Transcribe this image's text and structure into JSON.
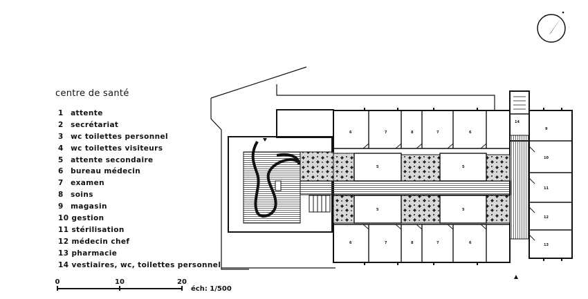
{
  "title": "centre de santé",
  "legend": [
    {
      "num": "1",
      "label": "attente"
    },
    {
      "num": "2",
      "label": "secrétariat"
    },
    {
      "num": "3",
      "label": "wc toilettes personnel"
    },
    {
      "num": "4",
      "label": "wc toilettes visiteurs"
    },
    {
      "num": "5",
      "label": "attente secondaire"
    },
    {
      "num": "6",
      "label": "bureau médecin"
    },
    {
      "num": "7",
      "label": "examen"
    },
    {
      "num": "8",
      "label": "soins"
    },
    {
      "num": "9",
      "label": "magasin"
    },
    {
      "num": "10",
      "label": "gestion"
    },
    {
      "num": "11",
      "label": "stérilisation"
    },
    {
      "num": "12",
      "label": "médecin chef"
    },
    {
      "num": "13",
      "label": "pharmacie"
    },
    {
      "num": "14",
      "label": "vestiaires, wc, toilettes personnel"
    }
  ],
  "scale": {
    "ticks": [
      "0",
      "10",
      "20"
    ],
    "ratio": "éch: 1/500"
  },
  "plan": {
    "top_rooms": [
      "6",
      "7",
      "8",
      "7",
      "6"
    ],
    "bottom_rooms": [
      "6",
      "7",
      "8",
      "7",
      "6"
    ],
    "inner_top": [
      "5",
      "5"
    ],
    "inner_bottom": [
      "5",
      "5"
    ],
    "right_rooms": [
      "9",
      "10",
      "11",
      "12",
      "13"
    ],
    "tower": "14"
  }
}
